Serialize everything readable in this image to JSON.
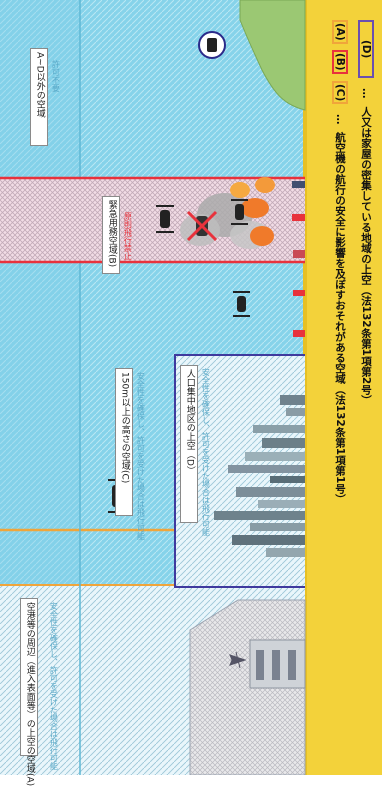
{
  "zones": {
    "airport": {
      "title": "空港等の周辺（進入表面等）の上空の空域(A)",
      "note": "安全性を確保し、許可を受けた場合は飛行可能"
    },
    "dense": {
      "title": "人口集中地区の上空（D）",
      "note": "安全性を確保し、許可を受けた場合は飛行可能"
    },
    "high": {
      "title": "150m以上の高さの空域(C)",
      "note": "安全性を確保し、許可を受けた場合は飛行可能"
    },
    "emergency": {
      "title": "緊急用務空域(B)",
      "note": "原則飛行禁止"
    },
    "other": {
      "title": "A~D以外の空域",
      "note": "許可不要"
    }
  },
  "legend": {
    "item1_marks": [
      "(A)",
      "(B)",
      "(C)"
    ],
    "item1_text": "航空機の航行の安全に影響を及ぼすおそれがある空域（法132条第1項第1号）",
    "item2_marks": [
      "(D)"
    ],
    "item2_text": "人又は家屋の密集している地域の上空（法132条第1項第2号）",
    "ellipsis": "…"
  },
  "colors": {
    "sky": "#7fd0ea",
    "ground": "#f3d23a",
    "emergency_border": "#e8323c",
    "dense_border": "#3f3a9e",
    "legend_a_c_box": "#f0a53a",
    "legend_b_box": "#e8323c",
    "legend_d_box": "#6a4fb0"
  }
}
